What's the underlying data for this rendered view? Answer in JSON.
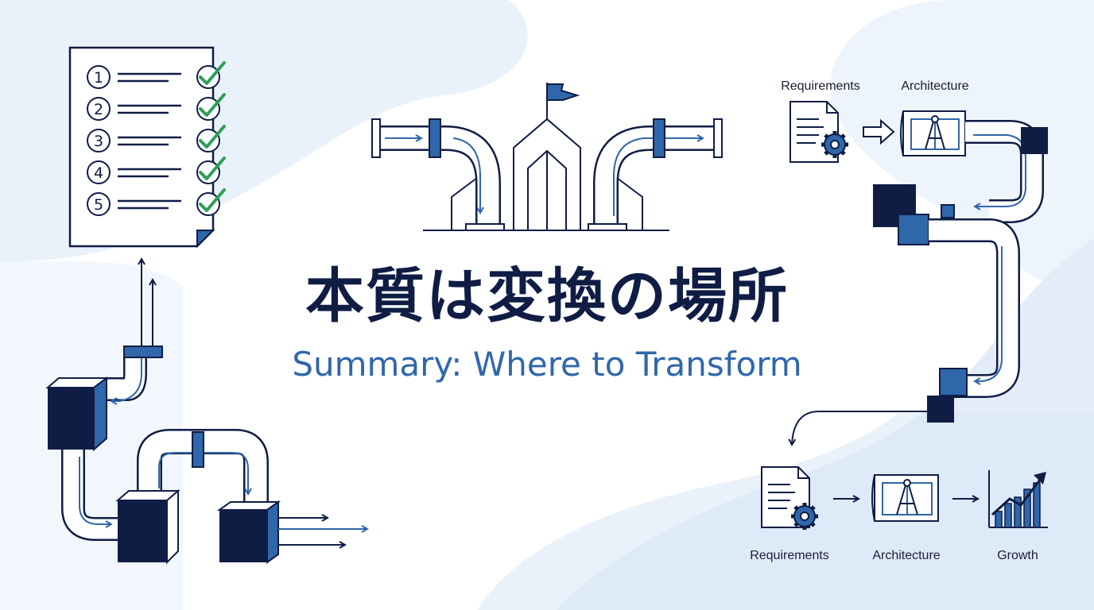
{
  "title": {
    "japanese": "本質は変換の場所",
    "english": "Summary: Where to Transform"
  },
  "checklist": {
    "items": [
      "1",
      "2",
      "3",
      "4",
      "5"
    ]
  },
  "top_flow": {
    "labels": [
      "Requirements",
      "Architecture"
    ]
  },
  "bottom_flow": {
    "labels": [
      "Requirements",
      "Architecture",
      "Growth"
    ]
  },
  "colors": {
    "navy": "#0f1d45",
    "blue": "#2f67aa",
    "light_blue_bg": "#e6effa",
    "check_green": "#2e9e57"
  }
}
